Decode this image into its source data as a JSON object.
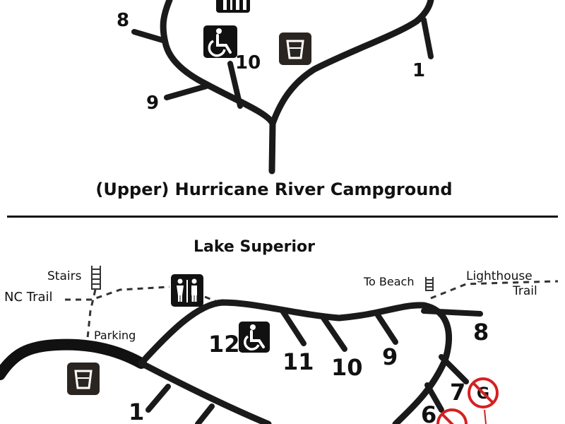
{
  "upper": {
    "sites": [
      "8",
      "10",
      "9",
      "1"
    ],
    "title": "(Upper) Hurricane River Campground"
  },
  "lower": {
    "lake_label": "Lake Superior",
    "stairs_label": "Stairs",
    "nc_trail_label": "NC Trail",
    "parking_label": "Parking",
    "beach_label": "To Beach",
    "lighthouse_label_1": "Lighthouse",
    "lighthouse_label_2": "Trail",
    "sites": [
      "12",
      "11",
      "10",
      "9",
      "8",
      "7",
      "6",
      "1"
    ]
  },
  "icons": {
    "toilet": "restroom-icon",
    "accessible": "wheelchair-icon",
    "water": "water-icon",
    "no_generator": "no-generator-icon",
    "stairs": "stairs-icon"
  },
  "colors": {
    "road": "#1a1a1a",
    "icon_bg": "#111111",
    "water_bg": "#2a2520",
    "prohibit": "#d62020"
  }
}
